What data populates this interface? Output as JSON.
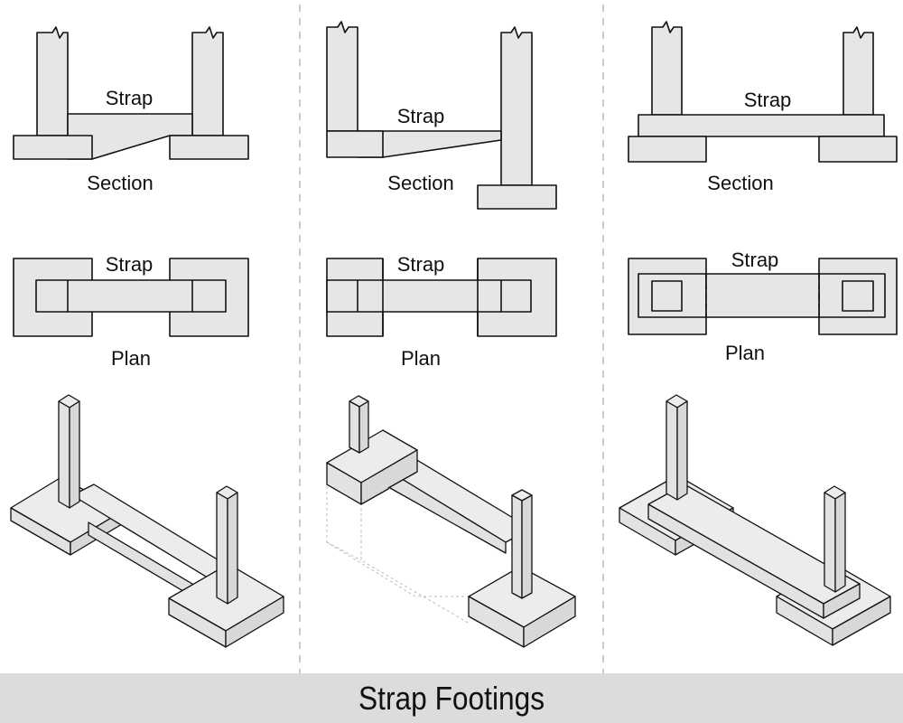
{
  "caption": "Strap Footings",
  "panels": [
    {
      "section_strap": "Strap",
      "section_label": "Section",
      "plan_strap": "Strap",
      "plan_label": "Plan"
    },
    {
      "section_strap": "Strap",
      "section_label": "Section",
      "plan_strap": "Strap",
      "plan_label": "Plan"
    },
    {
      "section_strap": "Strap",
      "section_label": "Section",
      "plan_strap": "Strap",
      "plan_label": "Plan"
    }
  ]
}
